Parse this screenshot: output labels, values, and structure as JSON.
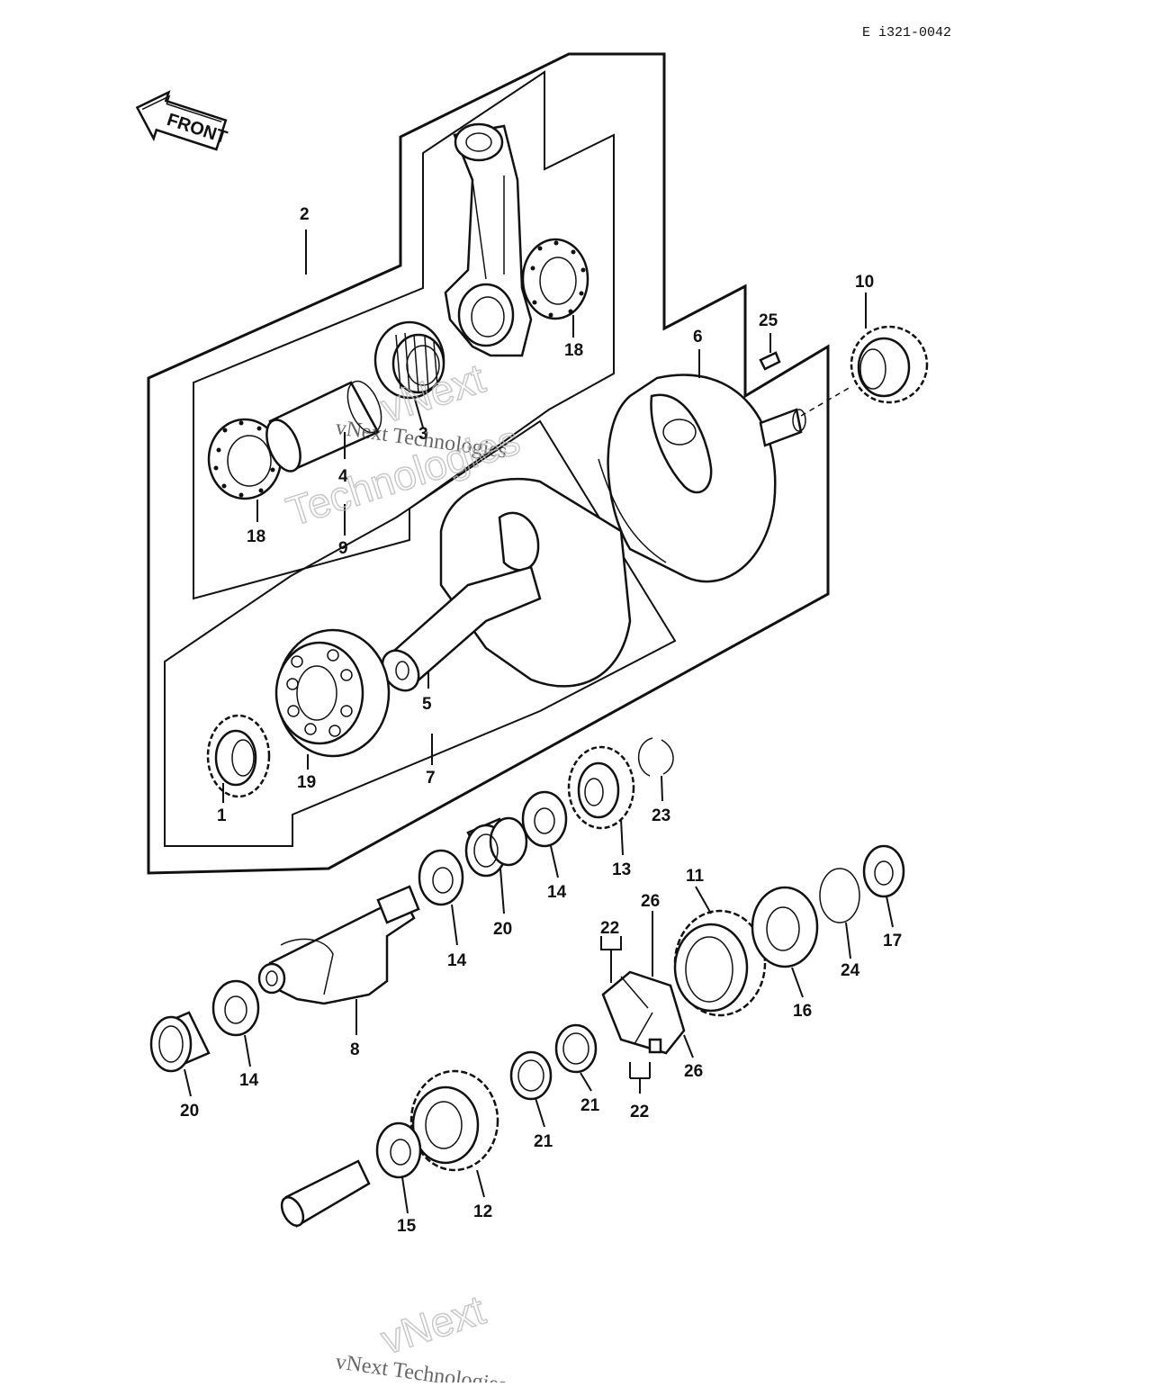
{
  "diagram": {
    "code": "E i321-0042",
    "front_label": "FRONT",
    "watermark_text": "vNext Technologies",
    "watermark_word_1": "vNext",
    "watermark_word_2": "Technologies",
    "callouts": {
      "c1": "1",
      "c2": "2",
      "c3": "3",
      "c4": "4",
      "c5": "5",
      "c6": "6",
      "c7": "7",
      "c8": "8",
      "c9": "9",
      "c10": "10",
      "c11": "11",
      "c12": "12",
      "c13": "13",
      "c14a": "14",
      "c14b": "14",
      "c14c": "14",
      "c15": "15",
      "c16": "16",
      "c17": "17",
      "c18a": "18",
      "c18b": "18",
      "c19": "19",
      "c20a": "20",
      "c20b": "20",
      "c21a": "21",
      "c21b": "21",
      "c22a": "22",
      "c22b": "22",
      "c23": "23",
      "c24": "24",
      "c25": "25",
      "c26a": "26",
      "c26b": "26"
    }
  }
}
